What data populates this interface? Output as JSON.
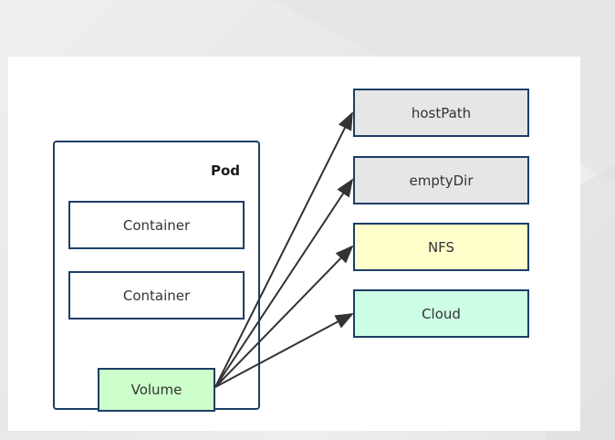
{
  "pod": {
    "label": "Pod",
    "containers": [
      {
        "label": "Container"
      },
      {
        "label": "Container"
      }
    ],
    "volume": {
      "label": "Volume",
      "fill": "#ccffcc"
    }
  },
  "volume_types": [
    {
      "label": "hostPath",
      "fill": "#e6e6e6"
    },
    {
      "label": "emptyDir",
      "fill": "#e6e6e6"
    },
    {
      "label": "NFS",
      "fill": "#ffffcc"
    },
    {
      "label": "Cloud",
      "fill": "#ccffe6"
    }
  ],
  "colors": {
    "border": "#1b3f66",
    "arrow": "#333333"
  }
}
